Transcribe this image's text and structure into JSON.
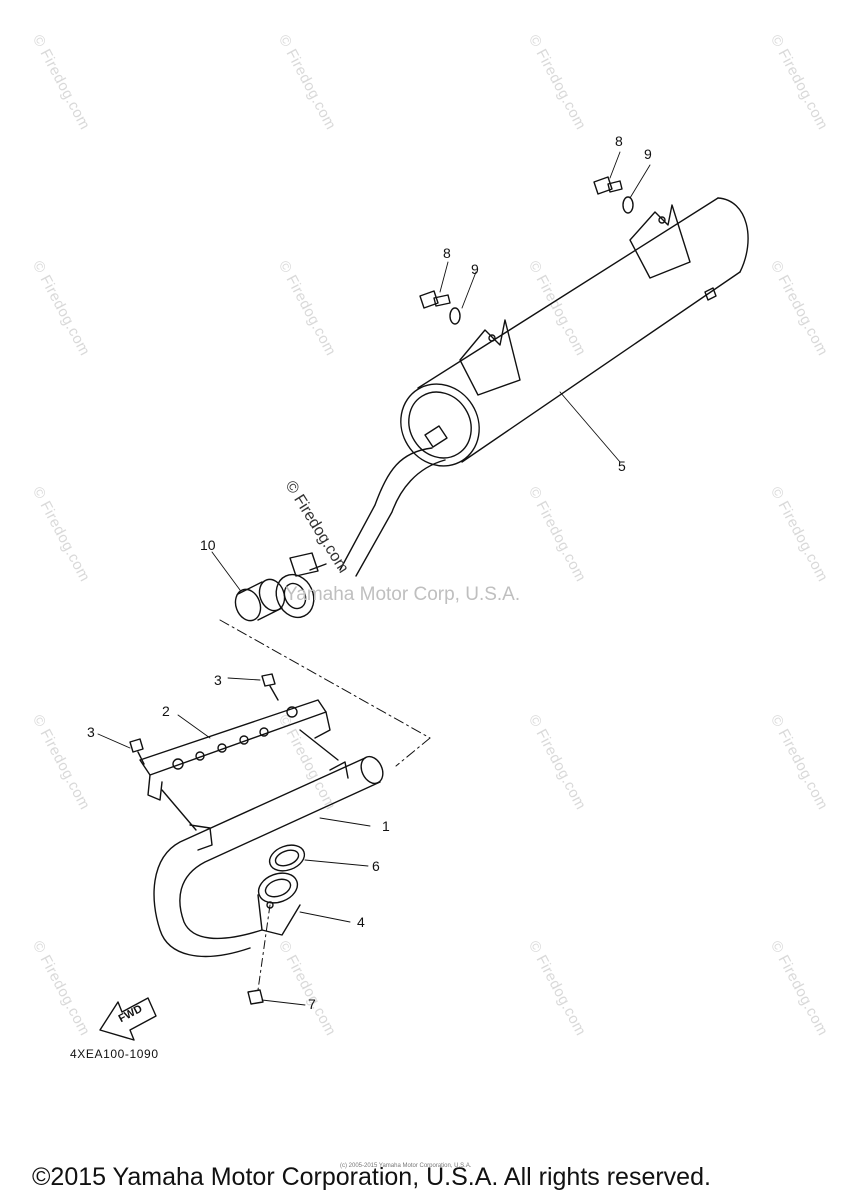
{
  "watermark": {
    "text": "© Firedog.com",
    "center": "Yamaha Motor Corp, U.S.A."
  },
  "callouts": {
    "c1": "1",
    "c2": "2",
    "c3a": "3",
    "c3b": "3",
    "c4": "4",
    "c5": "5",
    "c6": "6",
    "c7": "7",
    "c8a": "8",
    "c8b": "8",
    "c9a": "9",
    "c9b": "9",
    "c10": "10"
  },
  "fwd_label": "FWD",
  "diagram_code": "4XEA100-1090",
  "fine_print": "(c) 2005-2015 Yamaha Motor Corporation, U.S.A.",
  "footer": "©2015 Yamaha Motor Corporation, U.S.A. All rights reserved.",
  "colors": {
    "line": "#111111",
    "watermark": "#d9d9d9"
  }
}
